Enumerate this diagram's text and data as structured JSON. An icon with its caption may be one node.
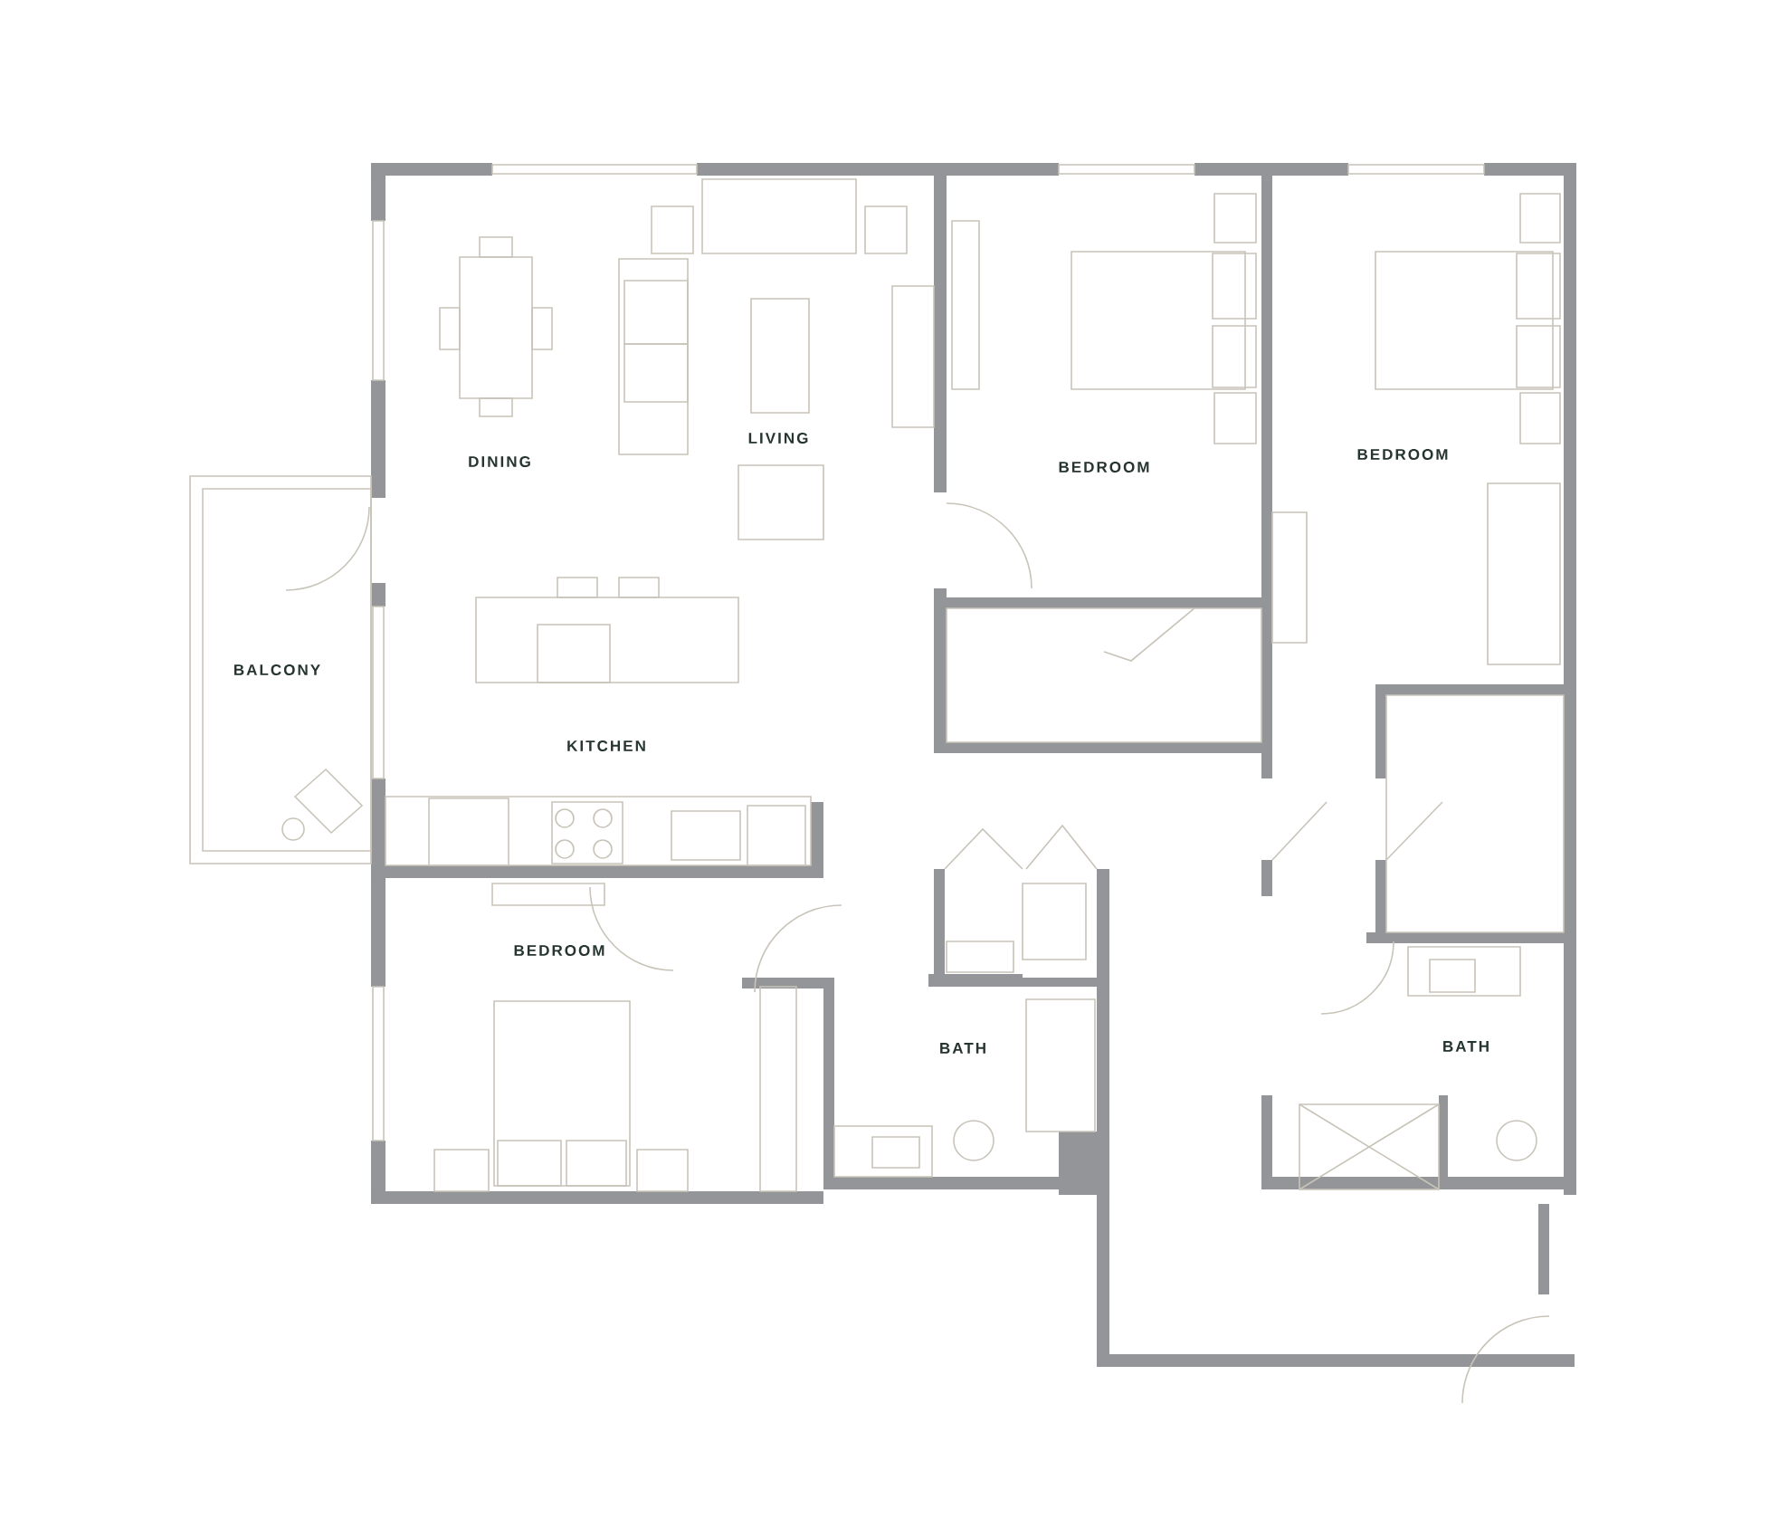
{
  "diagram": {
    "labels": [
      "DINING",
      "LIVING",
      "BEDROOM",
      "BEDROOM",
      "BALCONY",
      "KITCHEN",
      "BEDROOM",
      "BATH",
      "BATH"
    ]
  }
}
